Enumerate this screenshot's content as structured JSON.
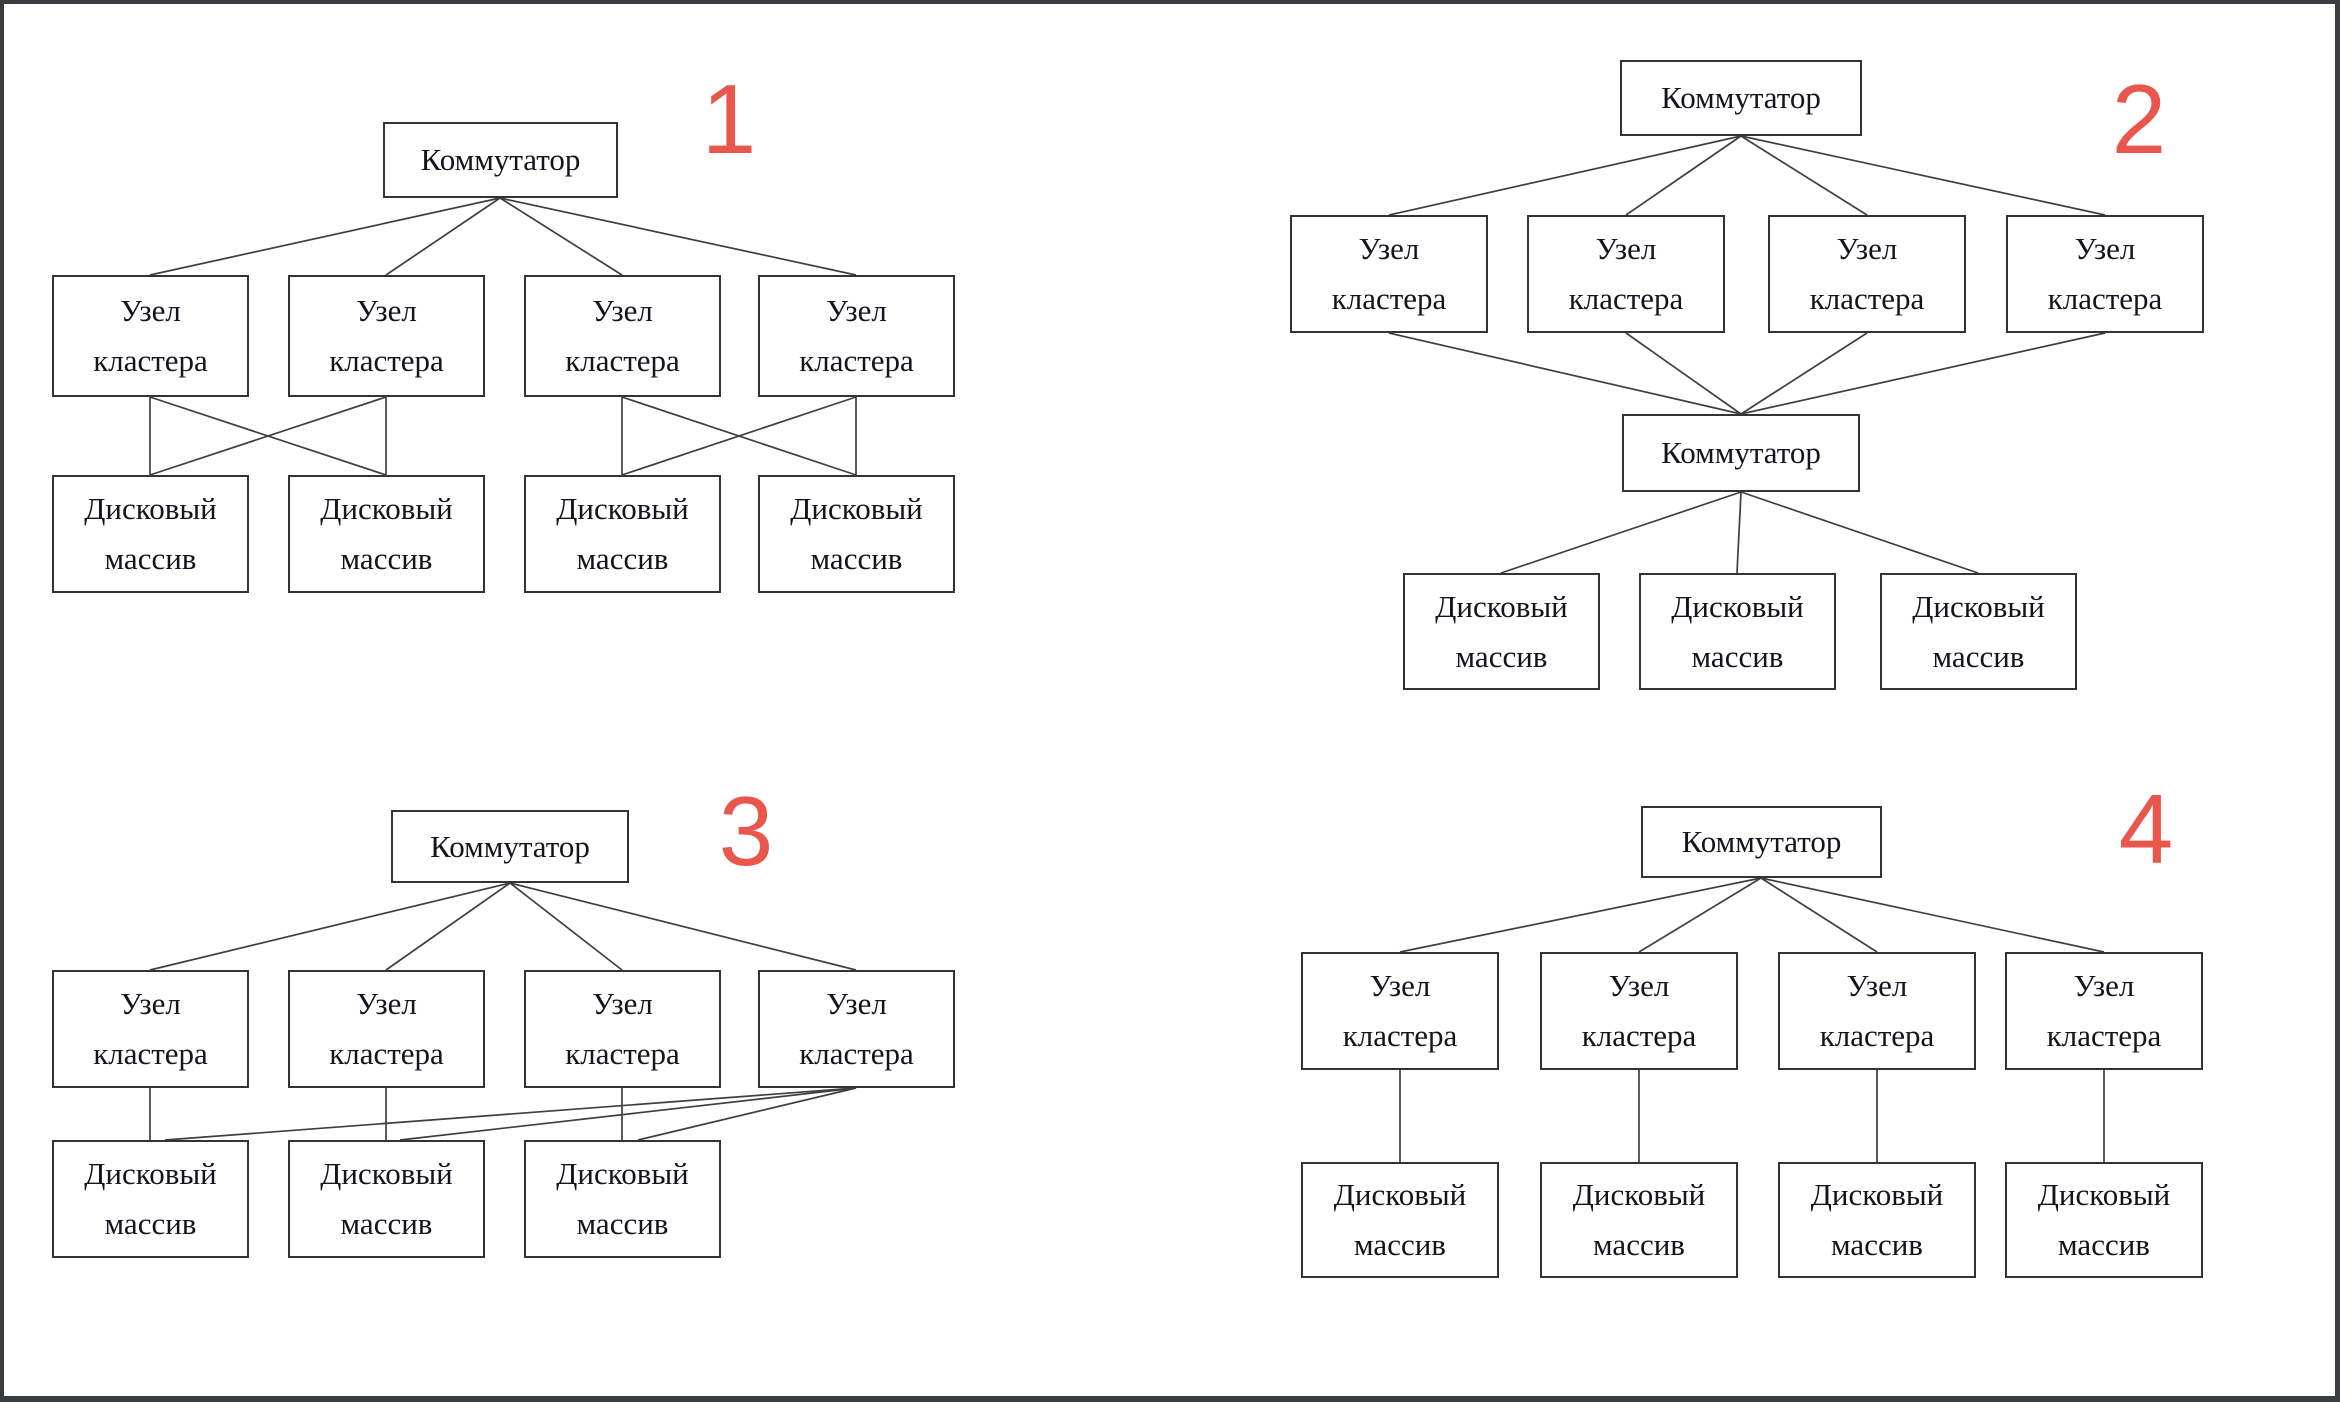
{
  "colors": {
    "accent_red": "#e8564c",
    "wire": "#3f3f3f",
    "box_border": "#333333",
    "box_text": "#141420",
    "frame": "#3a3c40",
    "background": "#ffffff"
  },
  "labels": {
    "switch": "Коммутатор",
    "cluster_node": "Узел\nкластера",
    "disk_array": "Дисковый\nмассив"
  },
  "diagrams": [
    {
      "number": "1",
      "switch_count": 1,
      "cluster_node_count": 4,
      "disk_array_count": 4
    },
    {
      "number": "2",
      "switch_count": 2,
      "cluster_node_count": 4,
      "disk_array_count": 3
    },
    {
      "number": "3",
      "switch_count": 1,
      "cluster_node_count": 4,
      "disk_array_count": 3
    },
    {
      "number": "4",
      "switch_count": 1,
      "cluster_node_count": 4,
      "disk_array_count": 4
    }
  ]
}
